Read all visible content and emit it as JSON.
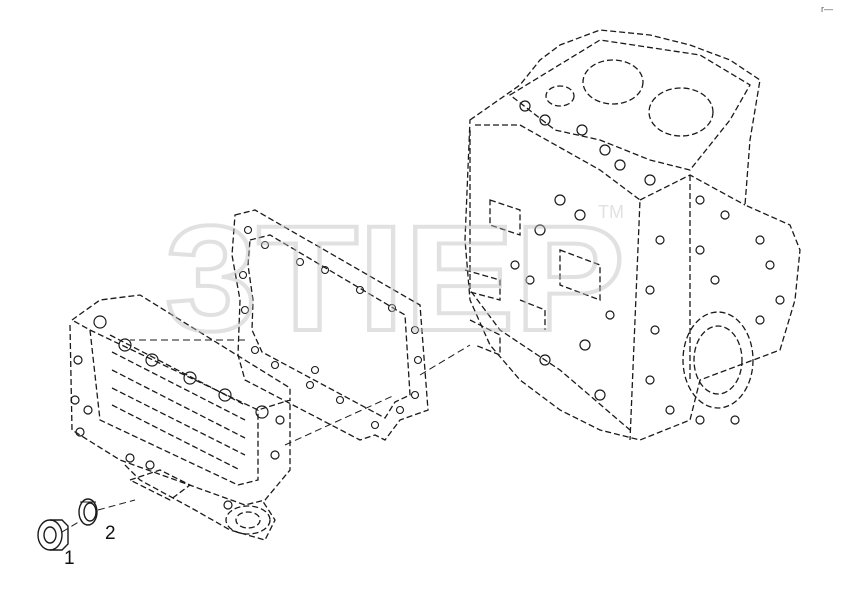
{
  "diagram": {
    "callouts": [
      {
        "id": "1",
        "label": "1"
      },
      {
        "id": "2",
        "label": "2"
      }
    ],
    "corner_mark": "r—",
    "watermark_text": "3TIEP",
    "watermark_tm": "TM",
    "colors": {
      "line": "#1a1a1a",
      "watermark": "#c8c8c8"
    }
  }
}
